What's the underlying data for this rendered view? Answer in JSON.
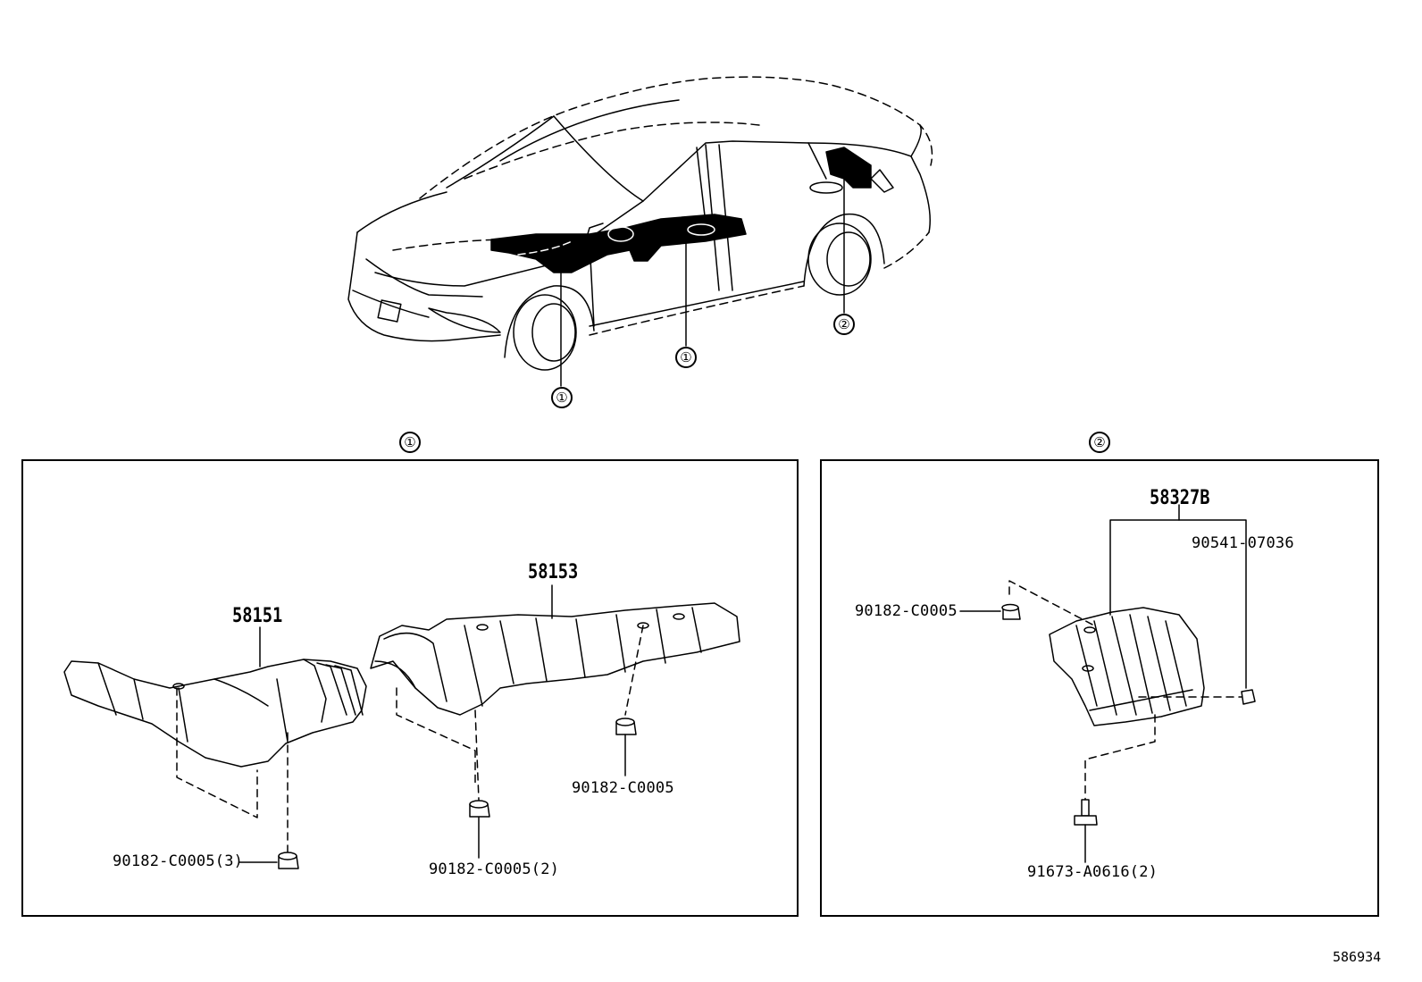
{
  "callouts": {
    "one": "①",
    "two": "②"
  },
  "panel1": {
    "title": "①",
    "parts": {
      "p58151": "58151",
      "p58153": "58153",
      "nut_a": "90182-C0005(3)",
      "nut_b": "90182-C0005(2)",
      "nut_c": "90182-C0005"
    }
  },
  "panel2": {
    "title": "②",
    "parts": {
      "p58327b": "58327B",
      "p90541": "90541-07036",
      "nut": "90182-C0005",
      "bolt": "91673-A0616(2)"
    }
  },
  "diagram_id": "586934"
}
